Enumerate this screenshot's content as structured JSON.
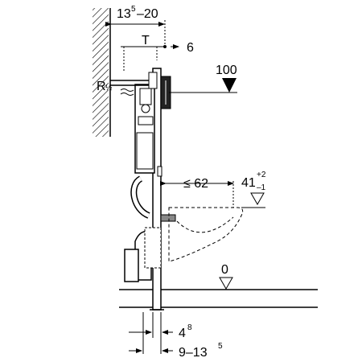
{
  "diagram": {
    "labels": {
      "top_width": "13",
      "top_width_sup": "5",
      "top_width_rest": "–20",
      "t_label": "T",
      "six_label": "6",
      "r_label": "R",
      "r_half": "½",
      "hundred": "100",
      "le62": "≤ 62",
      "forty_one": "41",
      "forty_one_plus": "+2",
      "forty_one_minus": "–1",
      "zero": "0",
      "four_8": "4",
      "four_8_sup": "8",
      "nine_range": "9–13",
      "nine_range_sup": "5"
    }
  }
}
